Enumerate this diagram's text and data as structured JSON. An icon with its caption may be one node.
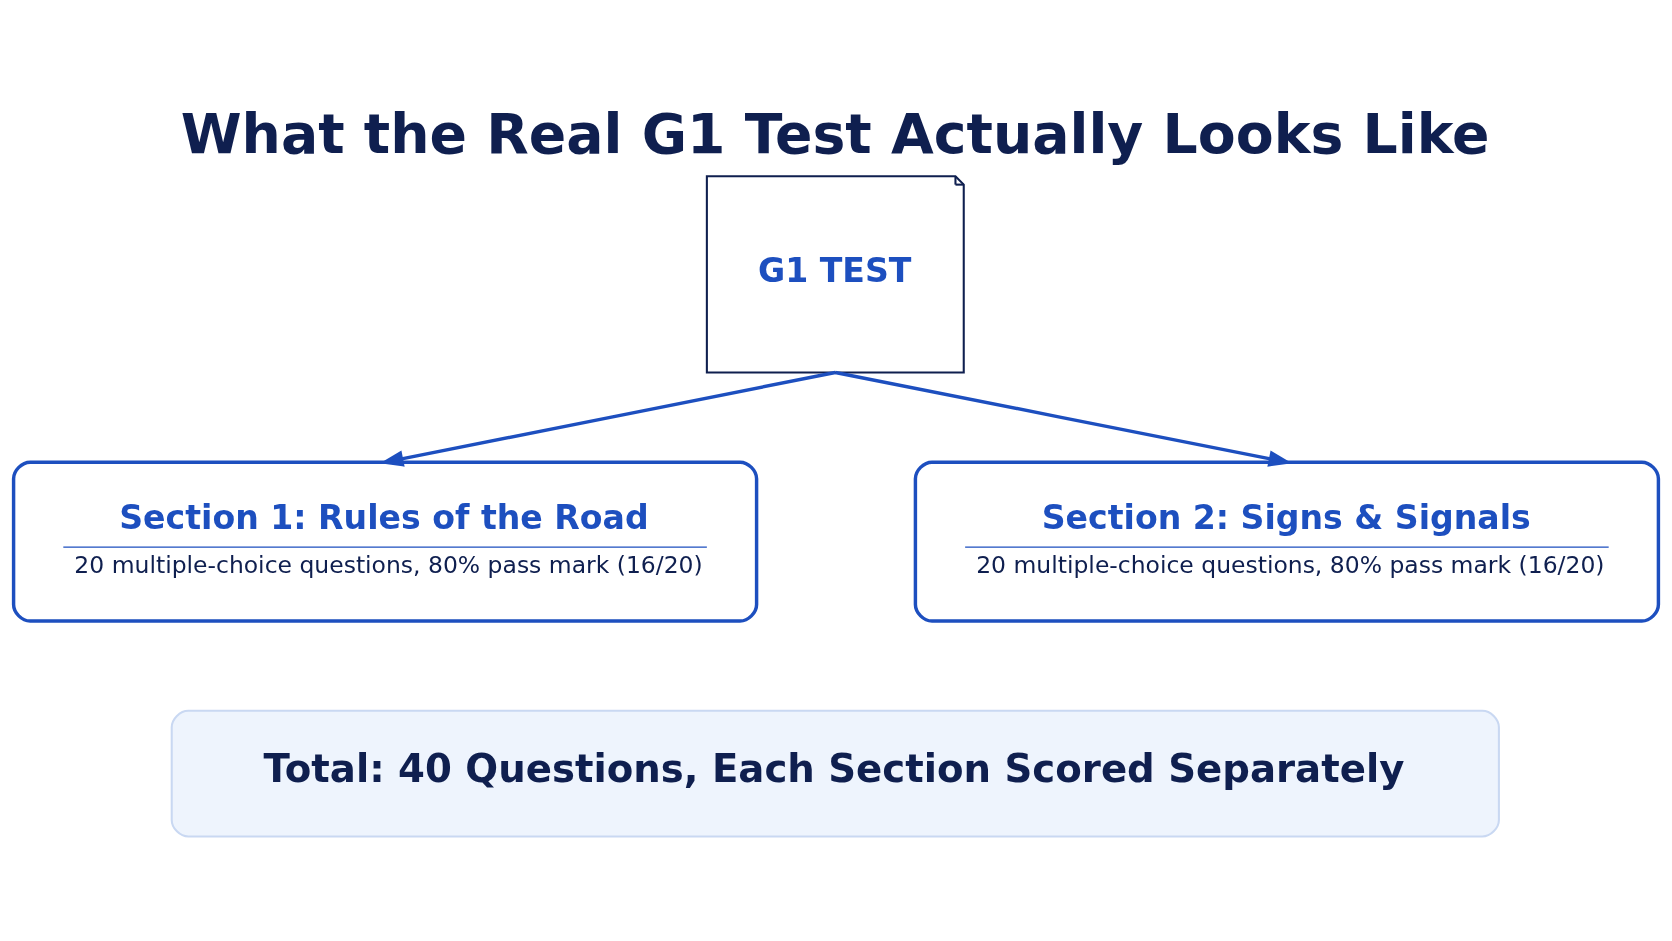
{
  "diagram": {
    "title": "What the Real G1 Test Actually Looks Like",
    "nodes": [
      {
        "text": [
          "G1 TEST"
        ]
      },
      {
        "text": [
          "Section 1: Rules of the Road",
          "20 multiple-choice questions, 80% pass mark (16/20)"
        ]
      },
      {
        "text": [
          "Section 2: Signs & Signals",
          "20 multiple-choice questions, 80% pass mark (16/20)"
        ]
      },
      {
        "text": [
          "Total: 40 Questions, Each Section Scored Separately"
        ]
      }
    ],
    "edges": [
      {
        "from": 0,
        "to": 1,
        "arrow": "to"
      },
      {
        "from": 0,
        "to": 2,
        "arrow": "to"
      }
    ]
  }
}
